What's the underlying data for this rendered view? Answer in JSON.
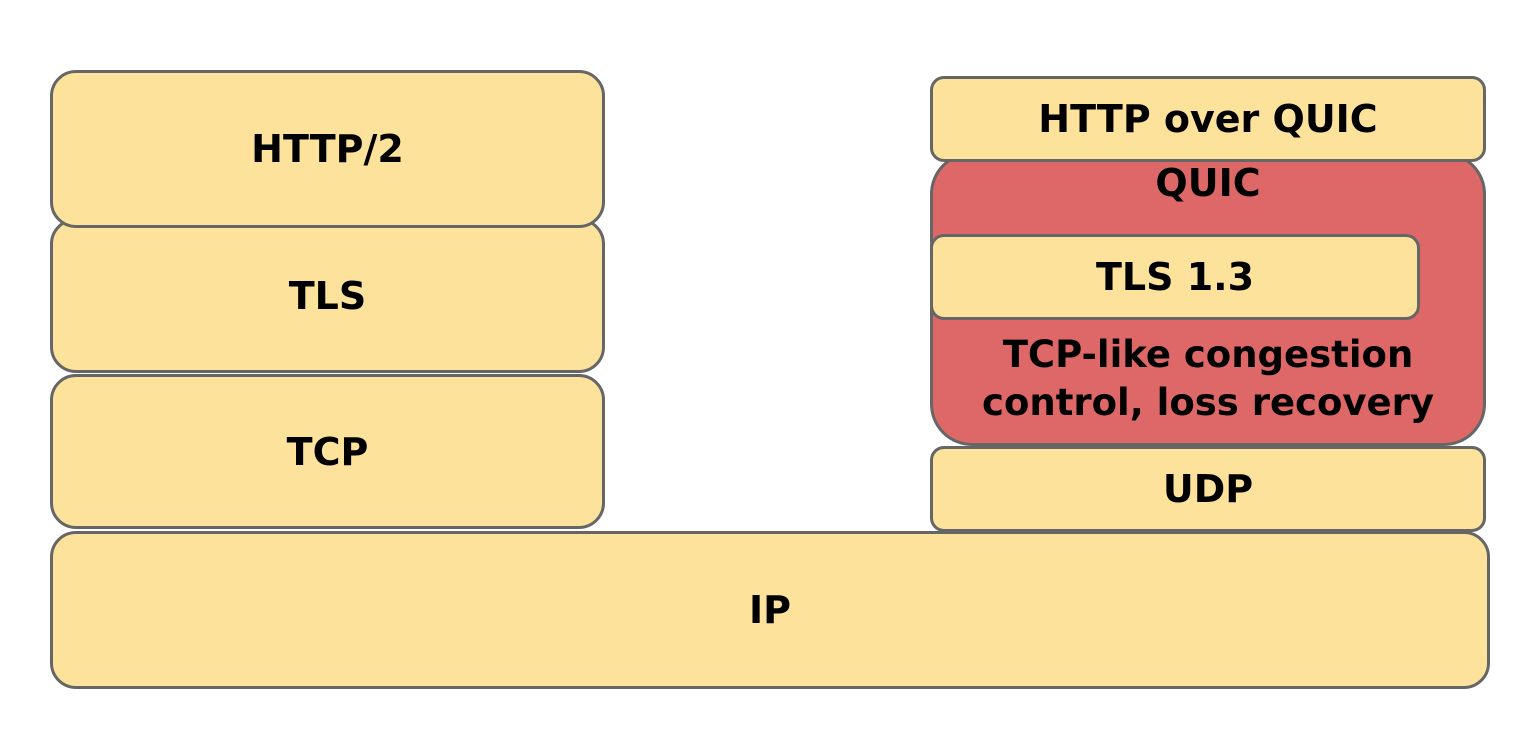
{
  "colors": {
    "layer_fill": "#fde29c",
    "quic_fill": "#de6868",
    "border": "#666666"
  },
  "left_stack": {
    "http2": "HTTP/2",
    "tls": "TLS",
    "tcp": "TCP"
  },
  "right_stack": {
    "http_over_quic": "HTTP over QUIC",
    "quic": {
      "title": "QUIC",
      "tls": "TLS 1.3",
      "description_line1": "TCP-like congestion",
      "description_line2": "control, loss recovery"
    },
    "udp": "UDP"
  },
  "base": {
    "ip": "IP"
  }
}
